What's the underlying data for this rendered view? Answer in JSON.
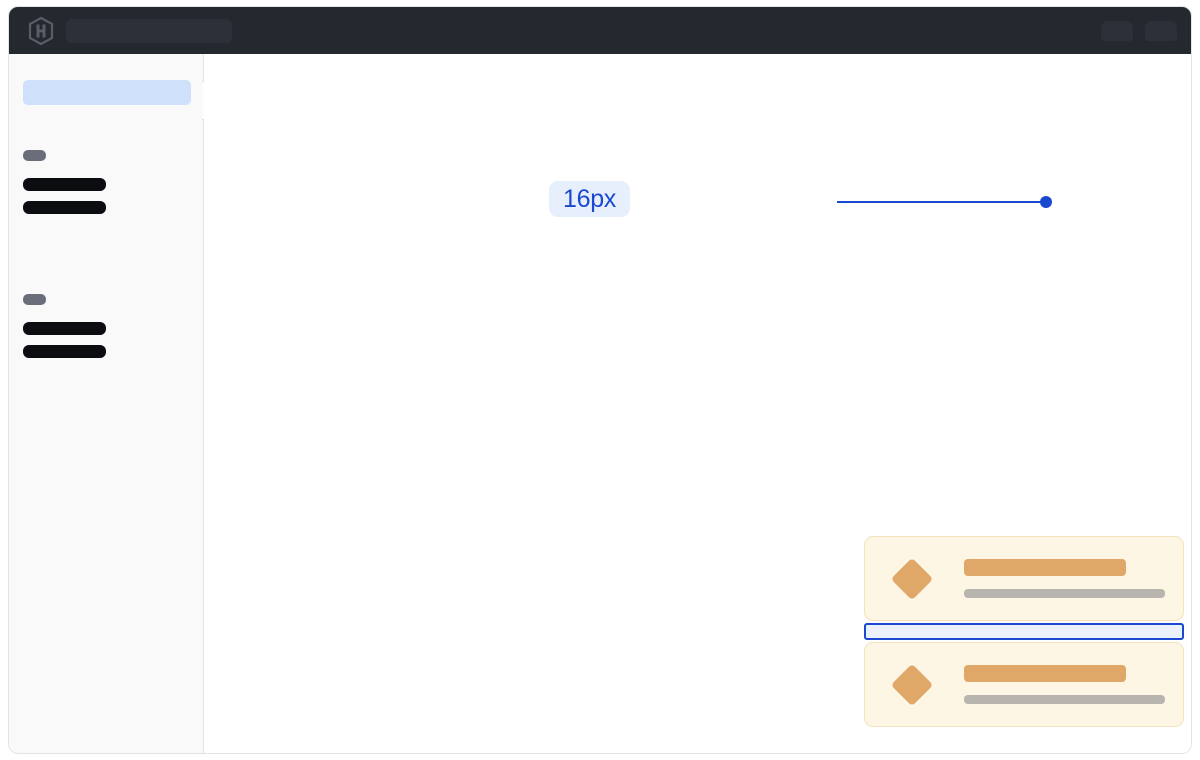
{
  "window": {
    "title": "design-inspector-window"
  },
  "topbar": {
    "logo_icon": "hexagon-h-logo-icon",
    "search": {
      "value": "",
      "placeholder": ""
    },
    "right_controls": [
      {
        "name": "topbar-pill-1",
        "label": ""
      },
      {
        "name": "topbar-pill-2",
        "label": ""
      }
    ]
  },
  "sidebar": {
    "collapse_handle_label": "",
    "active_item_label": "",
    "groups": [
      {
        "label": "",
        "items": [
          {
            "label": ""
          },
          {
            "label": ""
          }
        ]
      },
      {
        "label": "",
        "items": [
          {
            "label": ""
          },
          {
            "label": ""
          }
        ]
      }
    ]
  },
  "main": {
    "cards": [
      {
        "icon": "diamond-icon",
        "title": "",
        "subtitle": ""
      },
      {
        "icon": "diamond-icon",
        "title": "",
        "subtitle": ""
      }
    ],
    "measurement": {
      "value_label": "16px",
      "unit": "px",
      "amount": 16,
      "kind": "vertical-gap-between-cards"
    }
  },
  "colors": {
    "topbar_bg": "#24282f",
    "topbar_field_bg": "#2c3038",
    "sidebar_bg": "#f9f9fa",
    "sidebar_border": "#e1e2e6",
    "sidebar_active_bg": "#cfe0fa",
    "nav_label": "#696e7a",
    "nav_item": "#0c0d10",
    "canvas_bg": "#ffffff",
    "card_bg": "#fdf6e4",
    "card_border": "#f3e2bb",
    "card_accent": "#e0a868",
    "card_muted": "#b7b5ad",
    "measure_accent": "#1a49cf",
    "measure_badge_bg": "#e8effc",
    "measure_fill_bg": "#eaf1fd"
  }
}
